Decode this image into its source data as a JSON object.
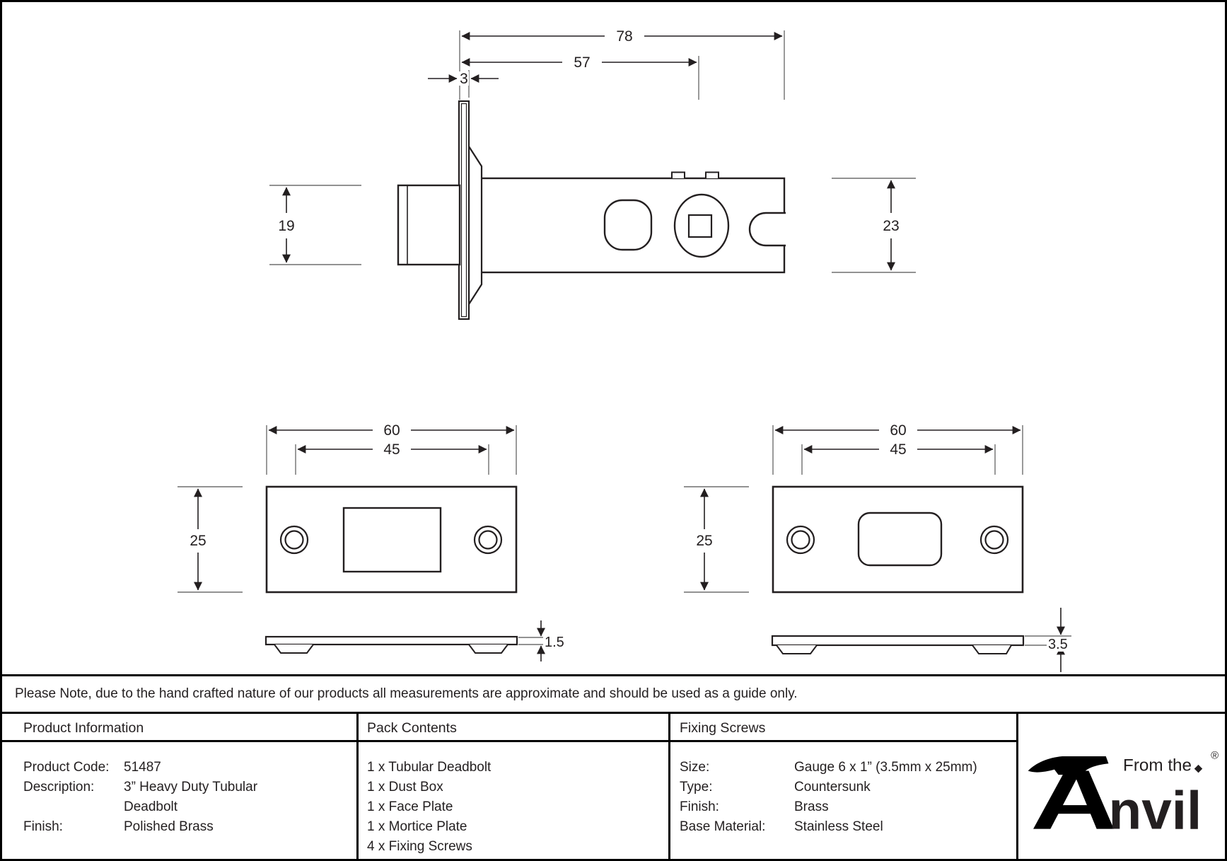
{
  "drawing": {
    "side_view": {
      "overall_length": "78",
      "backset": "57",
      "faceplate_thickness": "3",
      "bolt_height": "19",
      "case_height": "23"
    },
    "face_plate": {
      "width": "60",
      "hole_spacing": "45",
      "height": "25",
      "thickness": "1.5"
    },
    "mortice_plate": {
      "width": "60",
      "hole_spacing": "45",
      "height": "25",
      "thickness": "3.5"
    }
  },
  "note": "Please Note, due to the hand crafted nature of our products all measurements are approximate and should be used as a guide only.",
  "table": {
    "product_information": {
      "header": "Product Information",
      "rows": [
        {
          "label": "Product Code:",
          "value": "51487"
        },
        {
          "label": "Description:",
          "value": "3” Heavy Duty Tubular Deadbolt"
        },
        {
          "label": "Finish:",
          "value": "Polished Brass"
        }
      ]
    },
    "pack_contents": {
      "header": "Pack Contents",
      "items": [
        "1 x Tubular Deadbolt",
        "1 x Dust Box",
        "1 x Face Plate",
        "1 x Mortice Plate",
        "4 x Fixing Screws"
      ]
    },
    "fixing_screws": {
      "header": "Fixing Screws",
      "rows": [
        {
          "label": "Size:",
          "value": "Gauge 6 x 1” (3.5mm x 25mm)"
        },
        {
          "label": "Type:",
          "value": "Countersunk"
        },
        {
          "label": "Finish:",
          "value": "Brass"
        },
        {
          "label": "Base Material:",
          "value": "Stainless Steel"
        }
      ]
    }
  },
  "logo": {
    "prefix": "From the",
    "name_rest": "nvil",
    "diamond": "◆",
    "registered": "®"
  },
  "colors": {
    "line": "#231f20",
    "ext_line": "#6e6e6e",
    "background": "#ffffff",
    "border": "#000000"
  }
}
